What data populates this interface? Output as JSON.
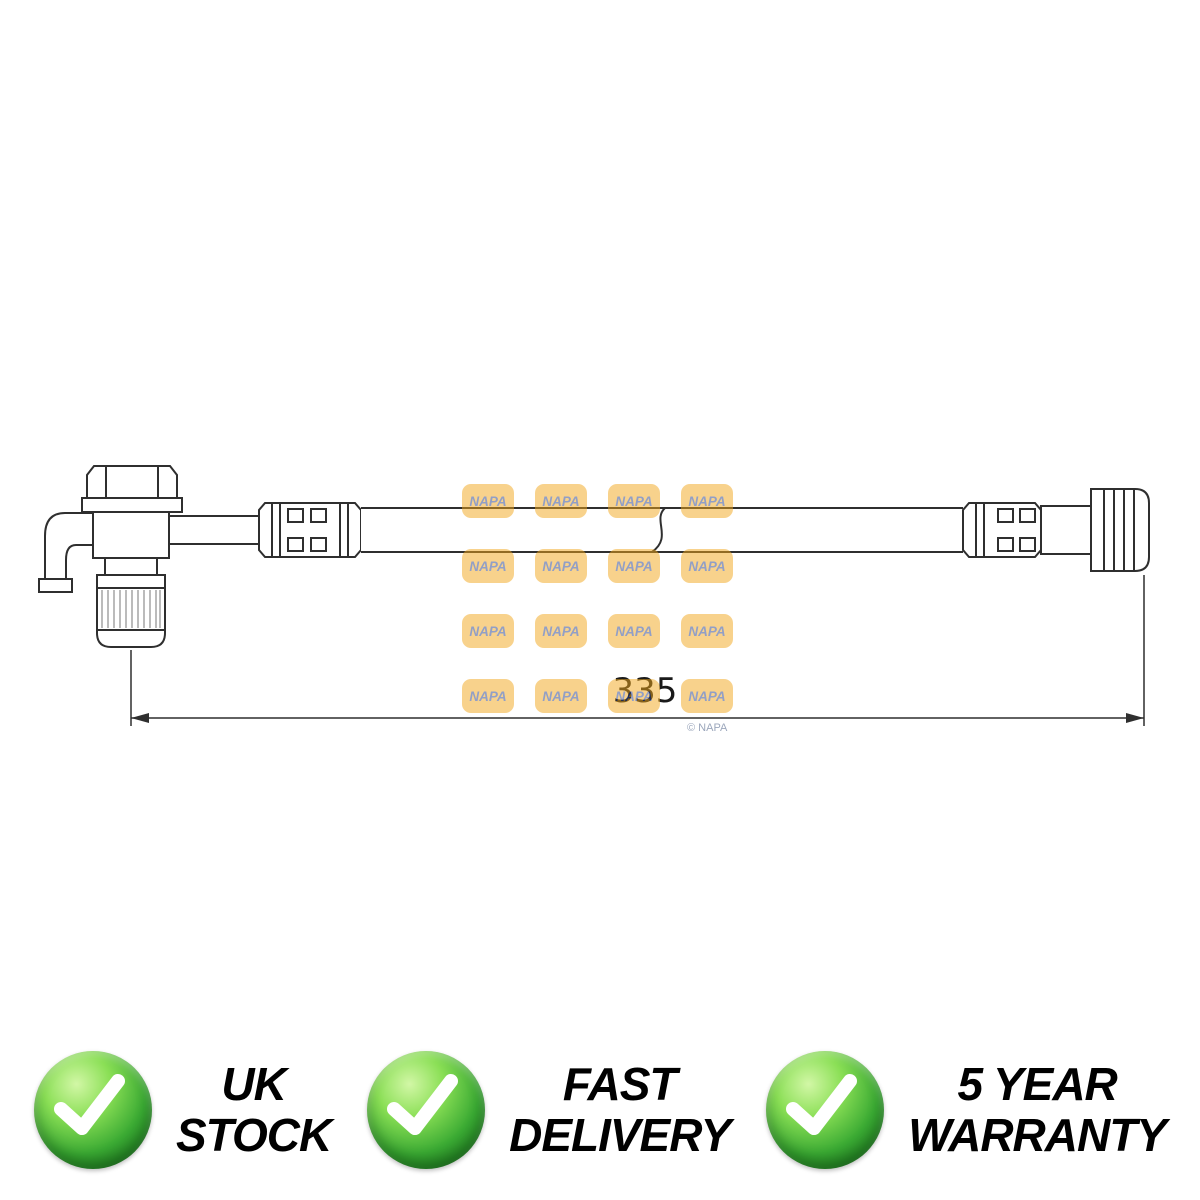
{
  "drawing": {
    "dimension_label": "335"
  },
  "watermark": {
    "text": "NAPA",
    "copyright": "© NAPA"
  },
  "badges": [
    {
      "line1": "UK",
      "line2": "STOCK"
    },
    {
      "line1": "FAST",
      "line2": "DELIVERY"
    },
    {
      "line1": "5 YEAR",
      "line2": "WARRANTY"
    }
  ],
  "colors": {
    "napa_yellow": "#F2A71B",
    "napa_blue": "#27418F",
    "badge_green_light": "#8ADF55",
    "badge_green_dark": "#0D5A16",
    "line_color": "#2F2F2F"
  }
}
